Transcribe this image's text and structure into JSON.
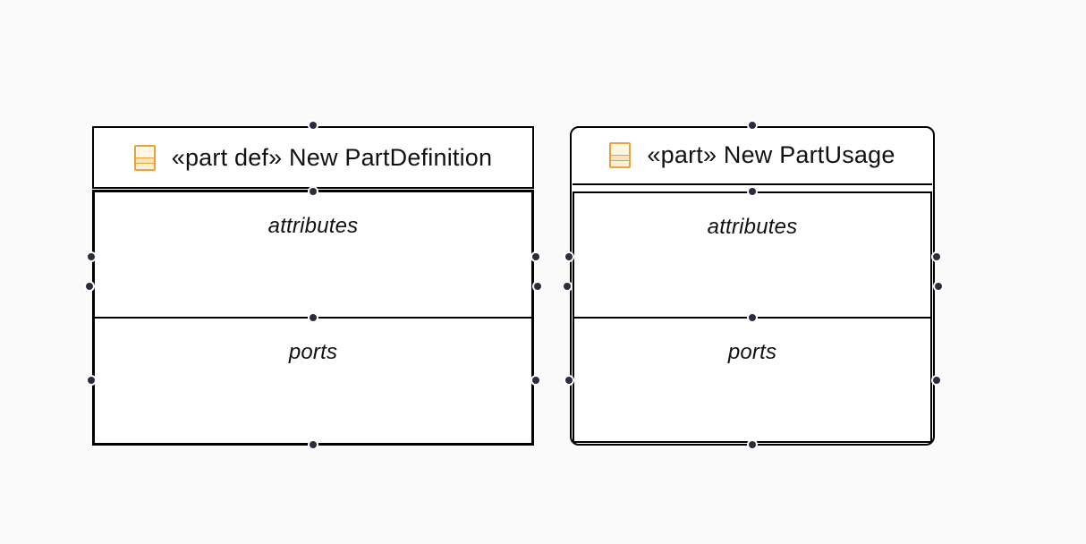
{
  "diagram": {
    "background_color": "#fafafa",
    "node_fill_color": "#ffffff",
    "node_border_color": "#000000",
    "handle_color": "#2d2c3e",
    "icon_border_color": "#e8a33c",
    "icon_fill_color": "#fdf6e2"
  },
  "nodes": [
    {
      "title": "«part def» New PartDefinition",
      "shape": "rectangle",
      "icon": "part-definition-icon",
      "compartments": [
        {
          "label": "attributes"
        },
        {
          "label": "ports"
        }
      ]
    },
    {
      "title": "«part» New PartUsage",
      "shape": "rounded-rectangle",
      "icon": "part-usage-icon",
      "compartments": [
        {
          "label": "attributes"
        },
        {
          "label": "ports"
        }
      ]
    }
  ]
}
